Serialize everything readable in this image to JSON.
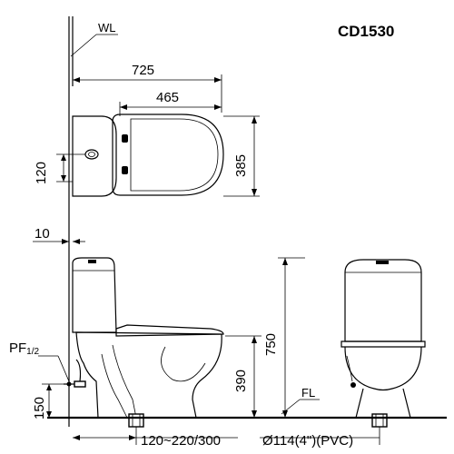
{
  "title": "CD1530",
  "labels": {
    "wall": "WL",
    "floor": "FL",
    "pf_main": "PF",
    "pf_sub": "1/2"
  },
  "dimensions": {
    "total_length": "725",
    "seat_length": "465",
    "width": "385",
    "water_inlet_offset": "120",
    "wall_gap": "10",
    "total_height": "750",
    "seat_height": "390",
    "inlet_height": "150",
    "rough_in": "120~220/300",
    "outlet": "Ø114(4\")(PVC)"
  }
}
